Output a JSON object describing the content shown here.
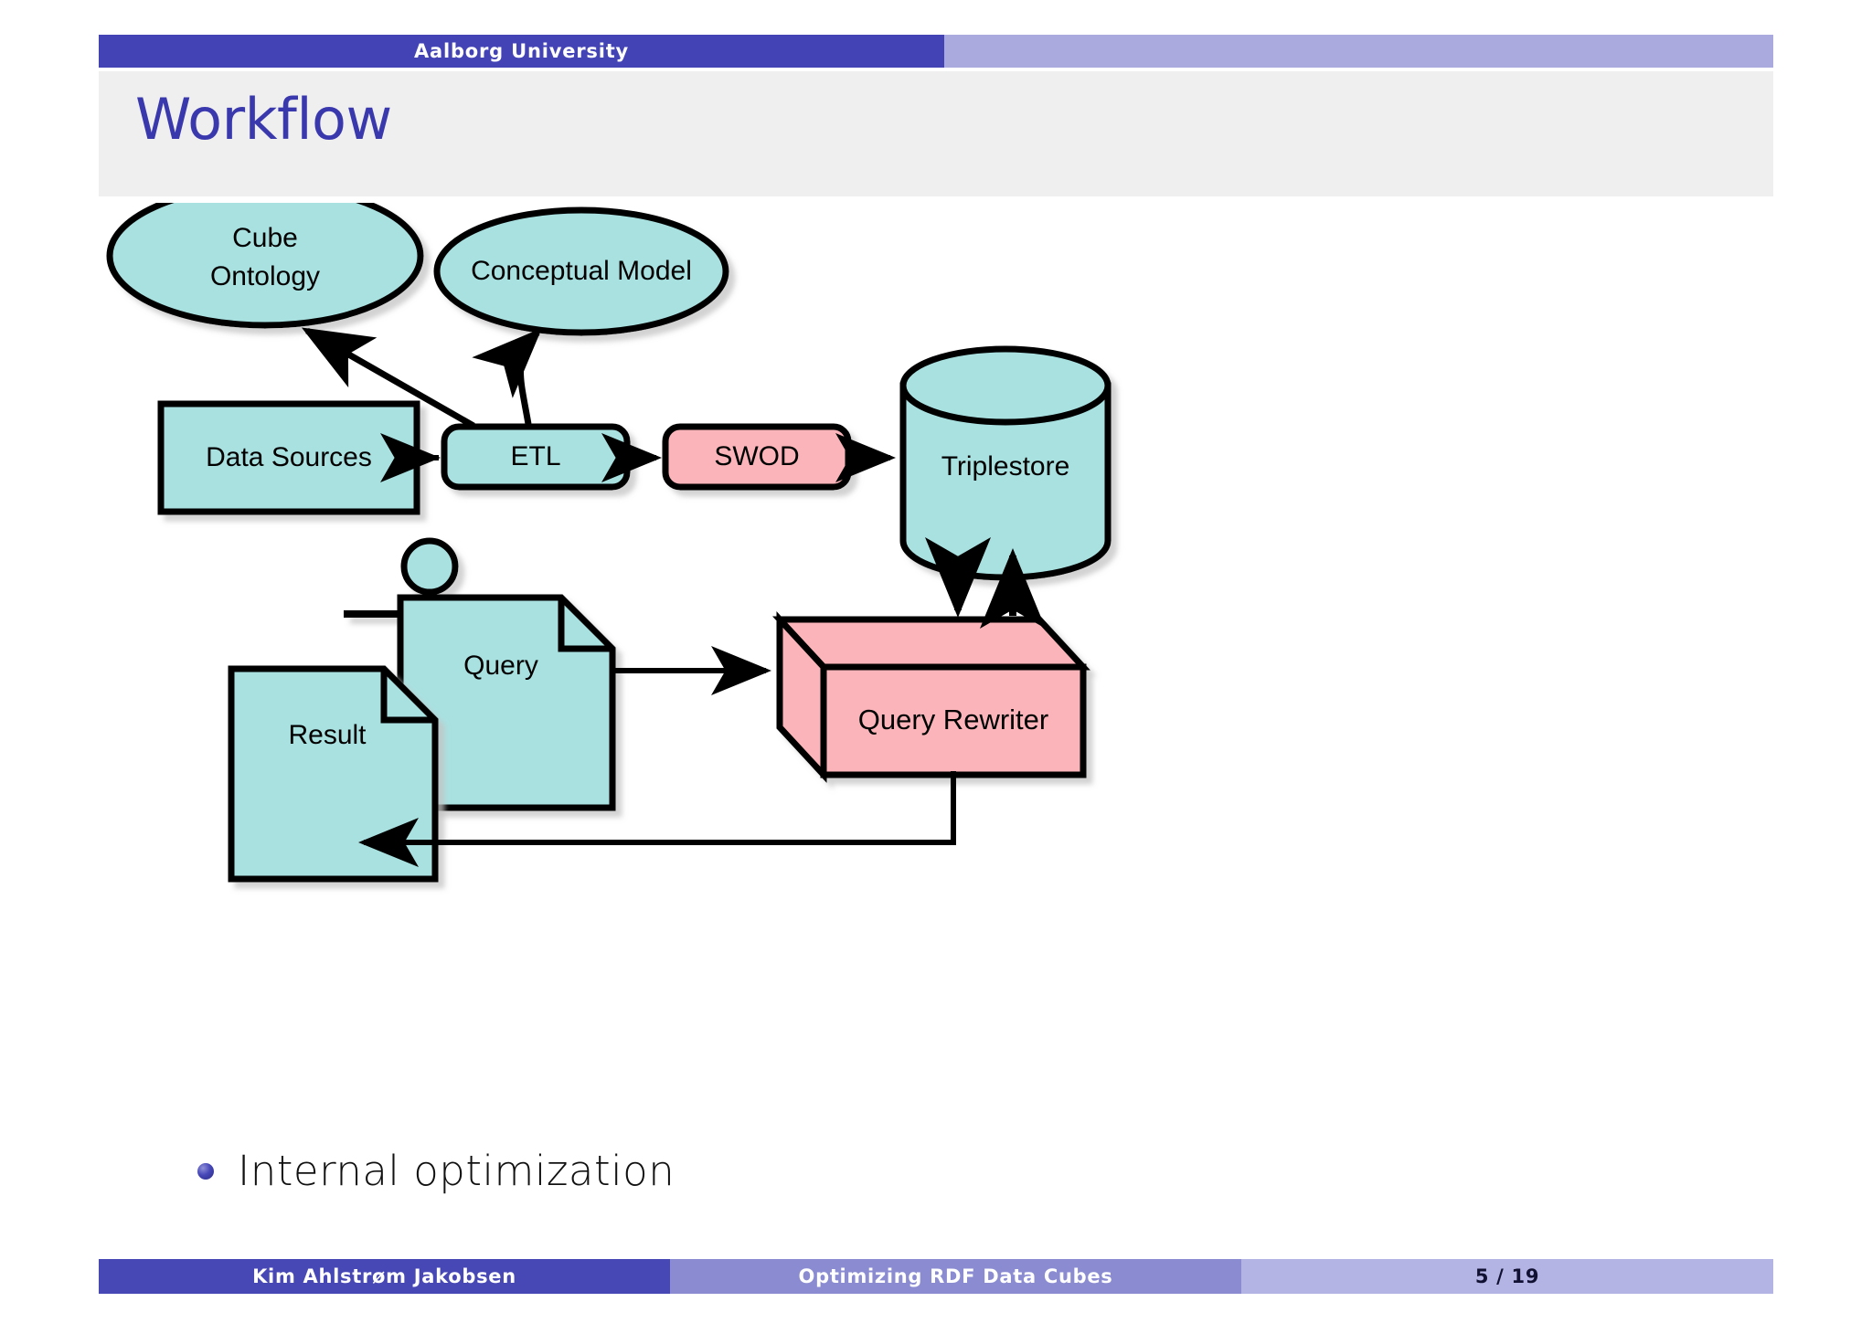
{
  "header": {
    "institution": "Aalborg University"
  },
  "title": "Workflow",
  "diagram": {
    "nodes": {
      "cube_ontology_line1": "Cube",
      "cube_ontology_line2": "Ontology",
      "conceptual_model": "Conceptual Model",
      "data_sources": "Data Sources",
      "etl": "ETL",
      "swod": "SWOD",
      "triplestore": "Triplestore",
      "query": "Query",
      "result": "Result",
      "query_rewriter": "Query Rewriter"
    },
    "colors": {
      "teal_fill": "#a9e1e1",
      "pink_fill": "#fbb5ba",
      "stroke": "#000000",
      "shadow": "#bdbdbd"
    }
  },
  "bullets": [
    {
      "text": "Internal optimization"
    }
  ],
  "footer": {
    "author": "Kim Ahlstrøm Jakobsen",
    "talk_title": "Optimizing RDF Data Cubes",
    "page": "5 / 19"
  },
  "theme": {
    "header_dark": "#4343b5",
    "header_light": "#aaaade",
    "title_color": "#3a38ad",
    "title_bg": "#efefef",
    "footer_dark": "#4747b5",
    "footer_mid": "#8b8bd2",
    "footer_light": "#b4b4e4"
  }
}
